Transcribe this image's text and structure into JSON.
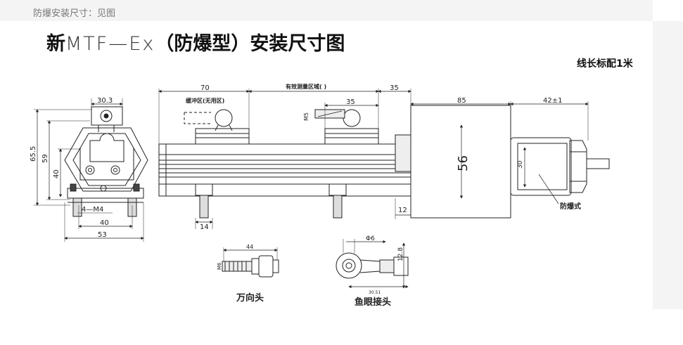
{
  "header": {
    "breadcrumb": "防爆安装尺寸：见图"
  },
  "title": {
    "prefix": "新",
    "model": "MTF—Ex",
    "suffix": "（防爆型）安装尺寸图"
  },
  "note": "线长标配1米",
  "dims": {
    "front_top": "30.3",
    "front_height_outer": "65.5",
    "front_height_59": "59",
    "front_height_40": "40",
    "front_holes": "4—M4",
    "front_width_40": "40",
    "front_width_53": "53",
    "side_70": "70",
    "side_zone": "有效测量区域(        )",
    "side_buffer": "缓冲区(无用区)",
    "side_35_top": "35",
    "side_35_inner": "35",
    "side_m5": "M5",
    "side_85": "85",
    "side_42": "42±1",
    "side_56": "56",
    "side_30": "30",
    "side_14": "14",
    "side_12": "12",
    "explosion_label": "防爆式",
    "joint_44": "44",
    "joint_m6": "M6",
    "eye_phi6": "Φ6",
    "eye_12_8": "12.8",
    "eye_30_51": "30.51"
  },
  "captions": {
    "universal_joint": "万向头",
    "fish_eye": "鱼眼接头"
  }
}
